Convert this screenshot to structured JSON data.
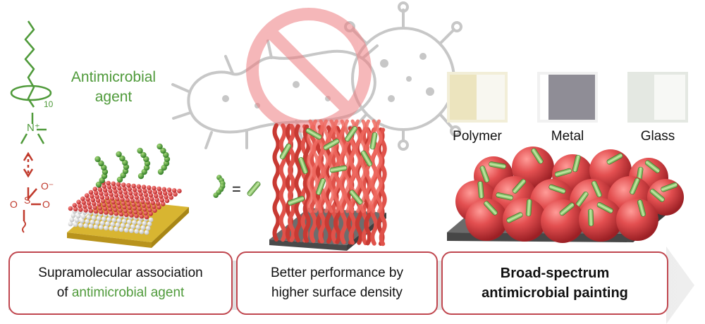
{
  "agent": {
    "label_line1": "Antimicrobial",
    "label_line2": "agent",
    "subscript": "10"
  },
  "molecule": {
    "cation": "N⁺",
    "anion": "O⁻",
    "sulfur": "S",
    "oxygen1": "O",
    "oxygen2": "O"
  },
  "materials": [
    {
      "label": "Polymer",
      "color": "#efe7c6"
    },
    {
      "label": "Metal",
      "color": "#8f8d96"
    },
    {
      "label": "Glass",
      "color": "#e9ece8"
    }
  ],
  "equation": {
    "equals": "="
  },
  "captions": {
    "left_line1": "Supramolecular association",
    "left_line2_prefix": "of ",
    "left_line2_highlight": "antimicrobial agent",
    "middle_line1": "Better performance by",
    "middle_line2": "higher surface density",
    "right_line1": "Broad-spectrum",
    "right_line2": "antimicrobial painting"
  },
  "colors": {
    "agent_green": "#4f9a3a",
    "accent_red": "#c0474f",
    "sphere_red": "#e35456",
    "fiber_red": "#d8453e"
  }
}
